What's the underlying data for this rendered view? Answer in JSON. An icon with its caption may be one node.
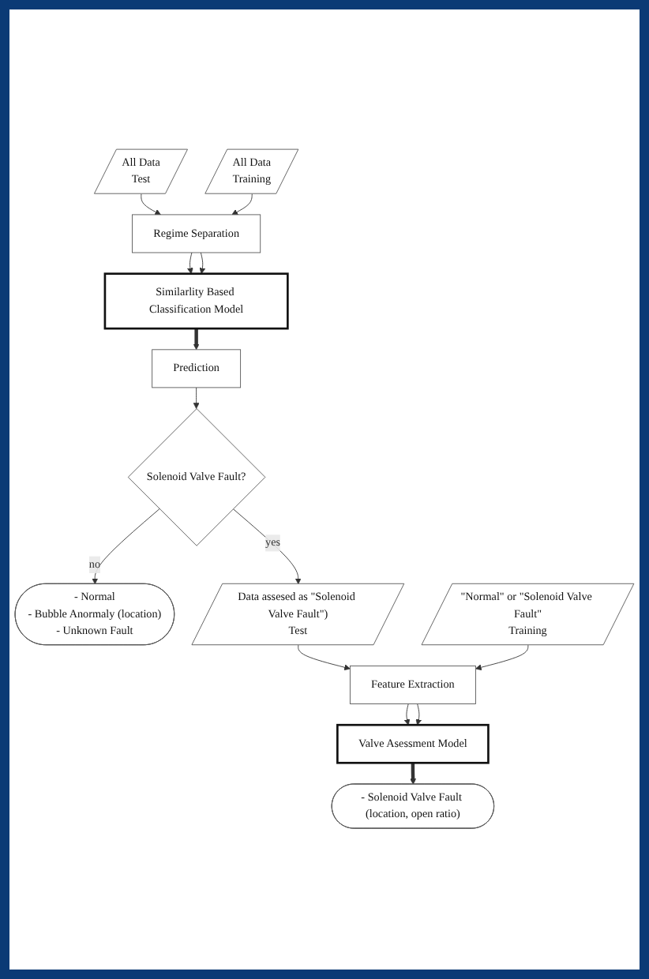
{
  "diagram": {
    "nodes": [
      {
        "text": [
          "All Data",
          "Test"
        ]
      },
      {
        "text": [
          "All Data",
          "Training"
        ]
      },
      {
        "text": [
          "Regime Separation"
        ]
      },
      {
        "text": [
          "Similarlity Based Classification Model"
        ]
      },
      {
        "text": [
          "Prediction"
        ]
      },
      {
        "text": [
          "Solenoid Valve Fault?"
        ]
      },
      {
        "text": [
          "- Normal",
          "- Bubble Anormaly (location)",
          "- Unknown Fault"
        ]
      },
      {
        "text": [
          "Data assesed as \"Solenoid Valve Fault\")",
          "Test"
        ]
      },
      {
        "text": [
          "\"Normal\" or \"Solenoid Valve Fault\"",
          "Training"
        ]
      },
      {
        "text": [
          "Feature Extraction"
        ]
      },
      {
        "text": [
          "Valve Asessment Model"
        ]
      },
      {
        "text": [
          "- Solenoid Valve Fault (location, open ratio)"
        ]
      }
    ],
    "edges": [
      {
        "from": 0,
        "to": 2,
        "arrow": "to"
      },
      {
        "from": 1,
        "to": 2,
        "arrow": "to"
      },
      {
        "from": 2,
        "to": 3,
        "arrow": "to"
      },
      {
        "from": 2,
        "to": 3,
        "arrow": "to"
      },
      {
        "from": 3,
        "to": 4,
        "arrow": "to",
        "style": "thick"
      },
      {
        "from": 4,
        "to": 5,
        "arrow": "to"
      },
      {
        "from": 5,
        "to": 6,
        "arrow": "to",
        "label": "no"
      },
      {
        "from": 5,
        "to": 7,
        "arrow": "to",
        "label": "yes"
      },
      {
        "from": 7,
        "to": 9,
        "arrow": "to"
      },
      {
        "from": 8,
        "to": 9,
        "arrow": "to"
      },
      {
        "from": 9,
        "to": 10,
        "arrow": "to"
      },
      {
        "from": 9,
        "to": 10,
        "arrow": "to"
      },
      {
        "from": 10,
        "to": 11,
        "arrow": "to",
        "style": "thick"
      }
    ]
  }
}
